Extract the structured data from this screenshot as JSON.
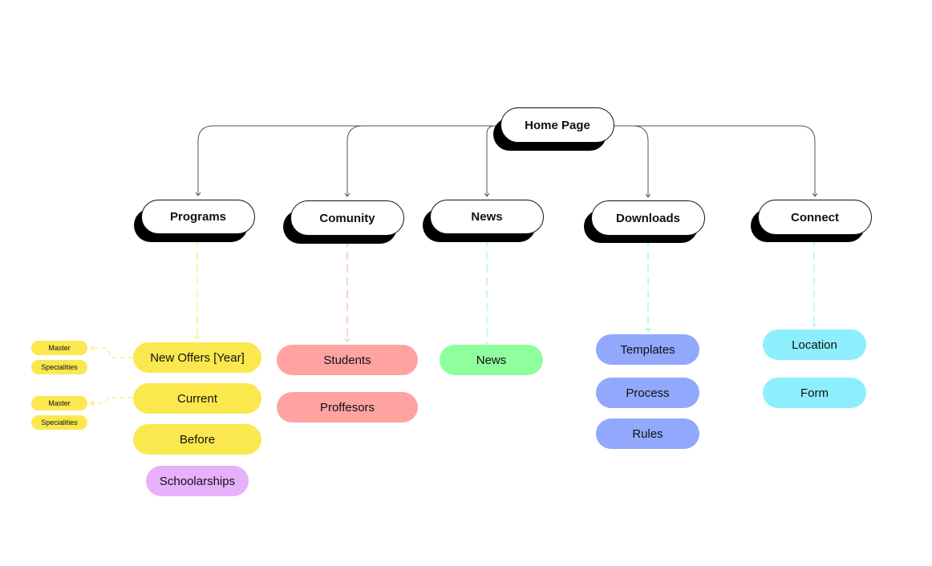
{
  "colors": {
    "programs": "#fbe84f",
    "comunity": "#fea3a1",
    "news": "#8ffe9e",
    "downloads": "#91a8fd",
    "connect": "#8deefd",
    "schoolarships": "#e6b0fb",
    "connector": "#555555"
  },
  "root": {
    "label": "Home Page"
  },
  "sections": [
    {
      "key": "programs",
      "label": "Programs",
      "items": [
        {
          "label": "New Offers [Year]",
          "sub": [
            "Master",
            "Specialities"
          ]
        },
        {
          "label": "Current",
          "sub": [
            "Master",
            "Specialities"
          ]
        },
        {
          "label": "Before"
        },
        {
          "label": "Schoolarships"
        }
      ]
    },
    {
      "key": "comunity",
      "label": "Comunity",
      "items": [
        {
          "label": "Students"
        },
        {
          "label": "Proffesors"
        }
      ]
    },
    {
      "key": "news",
      "label": "News",
      "items": [
        {
          "label": "News"
        }
      ]
    },
    {
      "key": "downloads",
      "label": "Downloads",
      "items": [
        {
          "label": "Templates"
        },
        {
          "label": "Process"
        },
        {
          "label": "Rules"
        }
      ]
    },
    {
      "key": "connect",
      "label": "Connect",
      "items": [
        {
          "label": "Location"
        },
        {
          "label": "Form"
        }
      ]
    }
  ]
}
